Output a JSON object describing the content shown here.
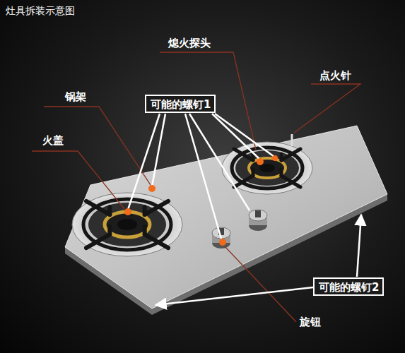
{
  "diagram": {
    "title": "灶具拆装示意图",
    "nodes": [
      {
        "text": [
          "可能的螺钉1"
        ]
      },
      {
        "text": [
          "可能的螺钉2"
        ]
      }
    ],
    "labels": [
      "熄火探头",
      "点火针",
      "锅架",
      "火盖",
      "旋钮"
    ]
  }
}
